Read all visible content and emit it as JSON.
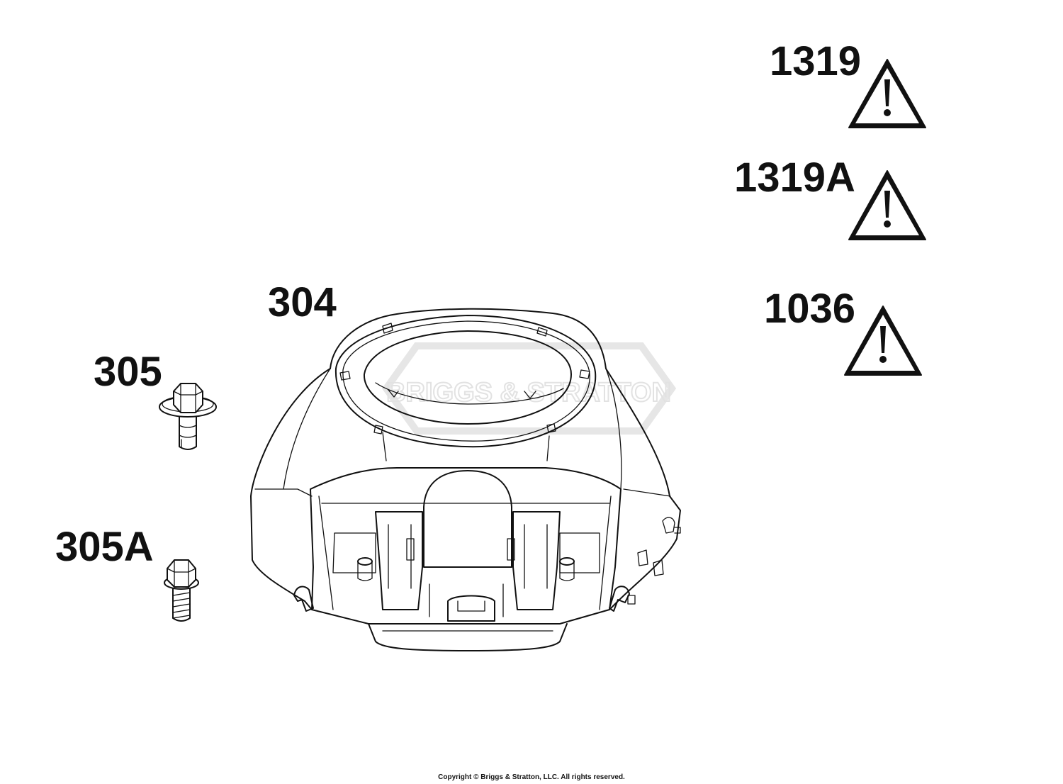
{
  "callouts": {
    "c1319": "1319",
    "c1319a": "1319A",
    "c1036": "1036",
    "c304": "304",
    "c305": "305",
    "c305a": "305A"
  },
  "watermark": "BRIGGS & STRATTON",
  "copyright": "Copyright © Briggs & Stratton, LLC. All rights reserved.",
  "colors": {
    "line": "#111111",
    "watermark": "#e6e6e6",
    "background": "#ffffff"
  },
  "icons": [
    "warning-triangle-icon",
    "hex-flange-bolt-icon",
    "hex-bolt-icon"
  ]
}
